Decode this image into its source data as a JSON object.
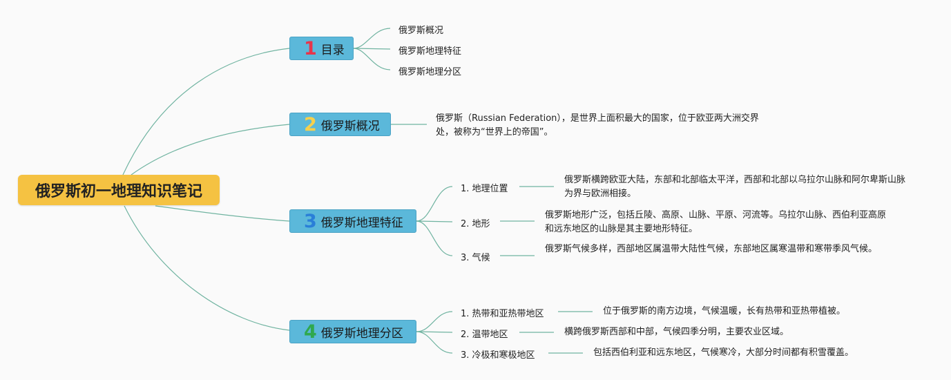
{
  "root": {
    "title": "俄罗斯初一地理知识笔记"
  },
  "branches": [
    {
      "num": "1",
      "num_color": "#e8344a",
      "label": "目录",
      "children": [
        {
          "label": "俄罗斯概况"
        },
        {
          "label": "俄罗斯地理特征"
        },
        {
          "label": "俄罗斯地理分区"
        }
      ]
    },
    {
      "num": "2",
      "num_color": "#f6d04d",
      "label": "俄罗斯概况",
      "desc": "俄罗斯（Russian Federation），是世界上面积最大的国家，位于欧亚两大洲交界处，被称为“世界上的帝国”。"
    },
    {
      "num": "3",
      "num_color": "#2a7fd8",
      "label": "俄罗斯地理特征",
      "children": [
        {
          "label": "1. 地理位置",
          "desc": "俄罗斯横跨欧亚大陆，东部和北部临太平洋，西部和北部以乌拉尔山脉和阿尔卑斯山脉为界与欧洲相接。"
        },
        {
          "label": "2. 地形",
          "desc": "俄罗斯地形广泛，包括丘陵、高原、山脉、平原、河流等。乌拉尔山脉、西伯利亚高原和远东地区的山脉是其主要地形特征。"
        },
        {
          "label": "3. 气候",
          "desc": "俄罗斯气候多样，西部地区属温带大陆性气候，东部地区属寒温带和寒带季风气候。"
        }
      ]
    },
    {
      "num": "4",
      "num_color": "#2fa84f",
      "label": "俄罗斯地理分区",
      "children": [
        {
          "label": "1. 热带和亚热带地区",
          "desc": "位于俄罗斯的南方边境，气候温暖，长有热带和亚热带植被。"
        },
        {
          "label": "2. 温带地区",
          "desc": "横跨俄罗斯西部和中部，气候四季分明，主要农业区域。"
        },
        {
          "label": "3. 冷极和寒极地区",
          "desc": "包括西伯利亚和远东地区，气候寒冷，大部分时间都有积雪覆盖。"
        }
      ]
    }
  ],
  "colors": {
    "link": "#6fb3a0",
    "root_bg": "#f5c242",
    "branch_bg": "#5bb8da"
  }
}
